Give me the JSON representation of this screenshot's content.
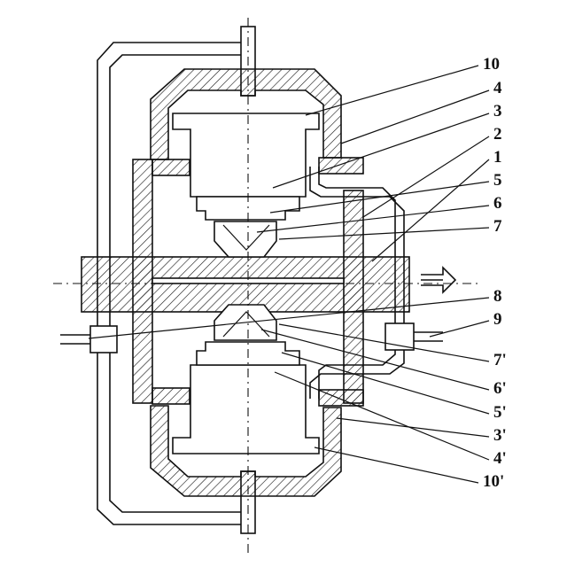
{
  "labels_right": [
    "10",
    "4",
    "3",
    "2",
    "1",
    "5",
    "6",
    "7",
    "8",
    "9",
    "7'",
    "6'",
    "5'",
    "3'",
    "4'",
    "10'"
  ],
  "colors": {
    "line": "#111111",
    "background": "#ffffff"
  },
  "icons": [
    "arrow-right-outline-icon",
    "arrow-right-small-icon",
    "arrow-left-small-icon"
  ]
}
